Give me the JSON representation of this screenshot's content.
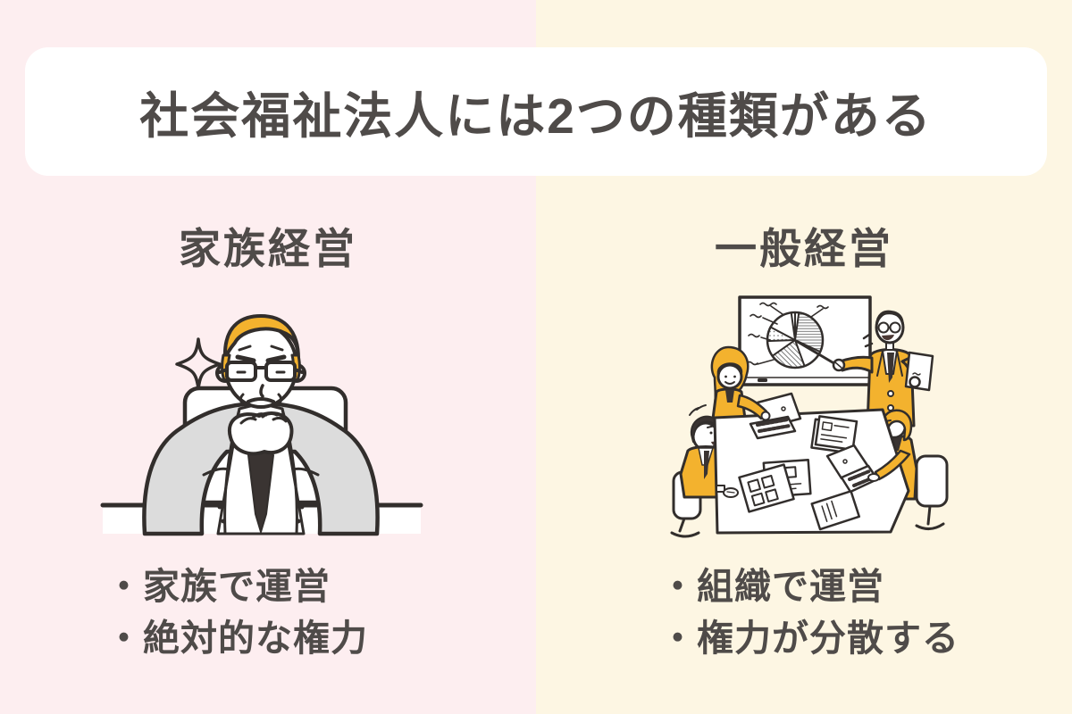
{
  "title": "社会福祉法人には2つの種類がある",
  "columns": {
    "left": {
      "heading": "家族経営",
      "illustration": "family-business-owner-at-desk",
      "bullets": [
        {
          "marker": "・",
          "label": "家族で運営"
        },
        {
          "marker": "・",
          "label": "絶対的な権力"
        }
      ]
    },
    "right": {
      "heading": "一般経営",
      "illustration": "team-meeting-with-pie-chart-whiteboard",
      "bullets": [
        {
          "marker": "・",
          "label": "組織で運営"
        },
        {
          "marker": "・",
          "label": "権力が分散する"
        }
      ]
    }
  },
  "colors": {
    "left_background": "#FDEEF0",
    "right_background": "#FDF6E3",
    "banner_background": "#FFFFFF",
    "text": "#4F4B49",
    "outline": "#322E2C",
    "accent_yellow": "#F3B22E",
    "suit_gray": "#DCDCDC",
    "dark_fill": "#3A3432"
  }
}
